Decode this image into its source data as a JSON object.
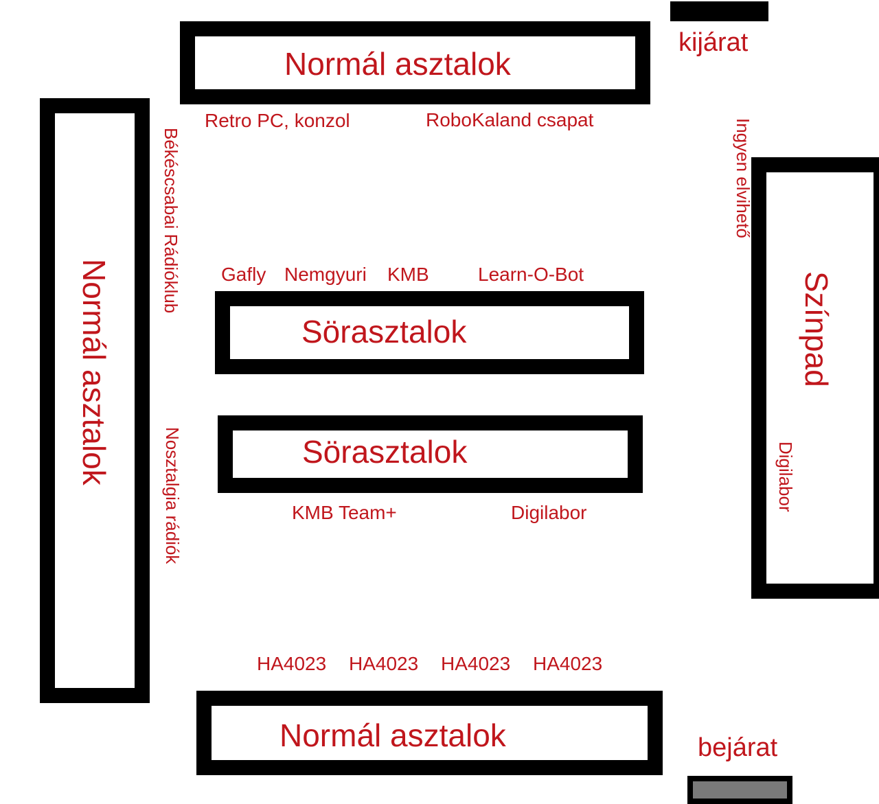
{
  "colors": {
    "label": "#c0161c",
    "border": "#000000",
    "entrance_bar": "#7a7a7a"
  },
  "tables": {
    "top": "Normál asztalok",
    "left": "Normál asztalok",
    "bottom": "Normál asztalok",
    "beer1": "Sörasztalok",
    "beer2": "Sörasztalok",
    "stage": "Színpad"
  },
  "doors": {
    "exit": "kijárat",
    "entrance": "bejárat"
  },
  "labels": {
    "retro": "Retro PC, konzol",
    "robokaland": "RoboKaland csapat",
    "gafly": "Gafly",
    "nemgyuri": "Nemgyuri",
    "kmb": "KMB",
    "learn": "Learn-O-Bot",
    "kmbteam": "KMB Team+",
    "digilabor_mid": "Digilabor",
    "digilabor_stage": "Digilabor",
    "bekescsabai": "Békéscsabai Rádióklub",
    "nosztalgia": "Nosztalgia rádiók",
    "ingyen": "Ingyen elvihető",
    "ha1": "HA4023",
    "ha2": "HA4023",
    "ha3": "HA4023",
    "ha4": "HA4023"
  }
}
